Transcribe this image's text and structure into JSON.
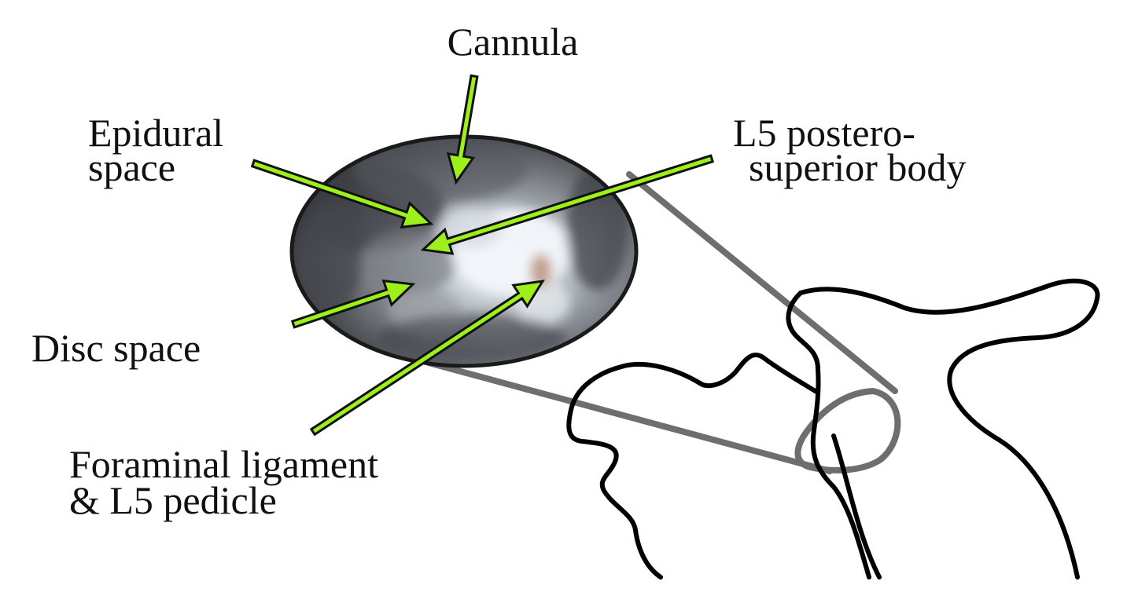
{
  "labels": {
    "cannula": "Cannula",
    "epidural_line1": "Epidural",
    "epidural_line2": "space",
    "l5_line1": "L5 postero-",
    "l5_line2": "superior body",
    "disc": "Disc space",
    "foraminal_line1": "Foraminal ligament",
    "foraminal_line2": "& L5 pedicle"
  },
  "colors": {
    "arrow_fill": "#9EF01A",
    "arrow_outline": "#111111",
    "zoom_lines": "#6E6E6E",
    "anatomy_outline": "#000000",
    "scope_rim": "#1A1A1A"
  },
  "icons": {
    "scope_view": "endoscopic-view-image",
    "anatomy": "spine-sagittal-outline",
    "arrow": "green-pointer-arrow"
  }
}
